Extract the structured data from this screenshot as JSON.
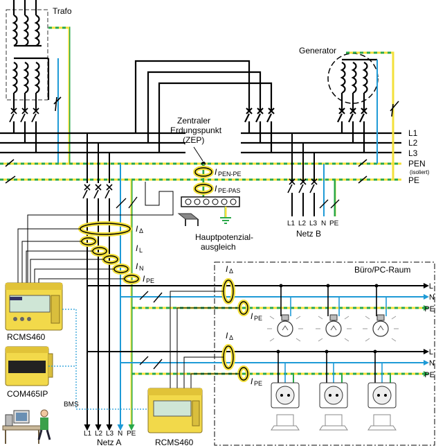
{
  "colors": {
    "line": "#000000",
    "neutral": "#1e9ad6",
    "pe_green": "#2aa84a",
    "pe_yellow": "#f3e03a",
    "sensor": "#f3e03a",
    "device": "#f2d94a",
    "device_dark": "#c9a62a"
  },
  "labels": {
    "trafo": "Trafo",
    "generator": "Generator",
    "zep1": "Zentraler",
    "zep2": "Erdungspunkt",
    "zep3": "(ZEP)",
    "l1": "L1",
    "l2": "L2",
    "l3": "L3",
    "pen": "PEN",
    "pen_sub": "(isoliert)",
    "pe": "PE",
    "ipenpe_main": "I",
    "ipenpe_sub": "PEN-PE",
    "ipepas_main": "I",
    "ipepas_sub": "PE-PAS",
    "hpa1": "Hauptpotenzial-",
    "hpa2": "ausgleich",
    "idelta": "I",
    "idelta_sub": "Δ",
    "il": "I",
    "il_sub": "L",
    "in": "I",
    "in_sub": "N",
    "ipe": "I",
    "ipe_sub": "PE",
    "netz_b": "Netz B",
    "nb_l1": "L1",
    "nb_l2": "L2",
    "nb_l3": "L3",
    "nb_n": "N",
    "nb_pe": "PE",
    "buero": "Büro/PC-Raum",
    "r_l": "L",
    "r_n": "N",
    "r_pe": "PE",
    "r2_l": "L",
    "r2_n": "N",
    "r2_pe": "PE",
    "ra_idelta": "I",
    "ra_idelta_sub": "Δ",
    "ra_ipe": "I",
    "ra_ipe_sub": "PE",
    "rb_idelta": "I",
    "rb_idelta_sub": "Δ",
    "rb_ipe": "I",
    "rb_ipe_sub": "PE",
    "rcms_left": "RCMS460",
    "com": "COM465IP",
    "rcms_bottom": "RCMS460",
    "bms": "BMS",
    "na_l1": "L1",
    "na_l2": "L2",
    "na_l3": "L3",
    "na_n": "N",
    "na_pe": "PE",
    "netz_a": "Netz A"
  }
}
